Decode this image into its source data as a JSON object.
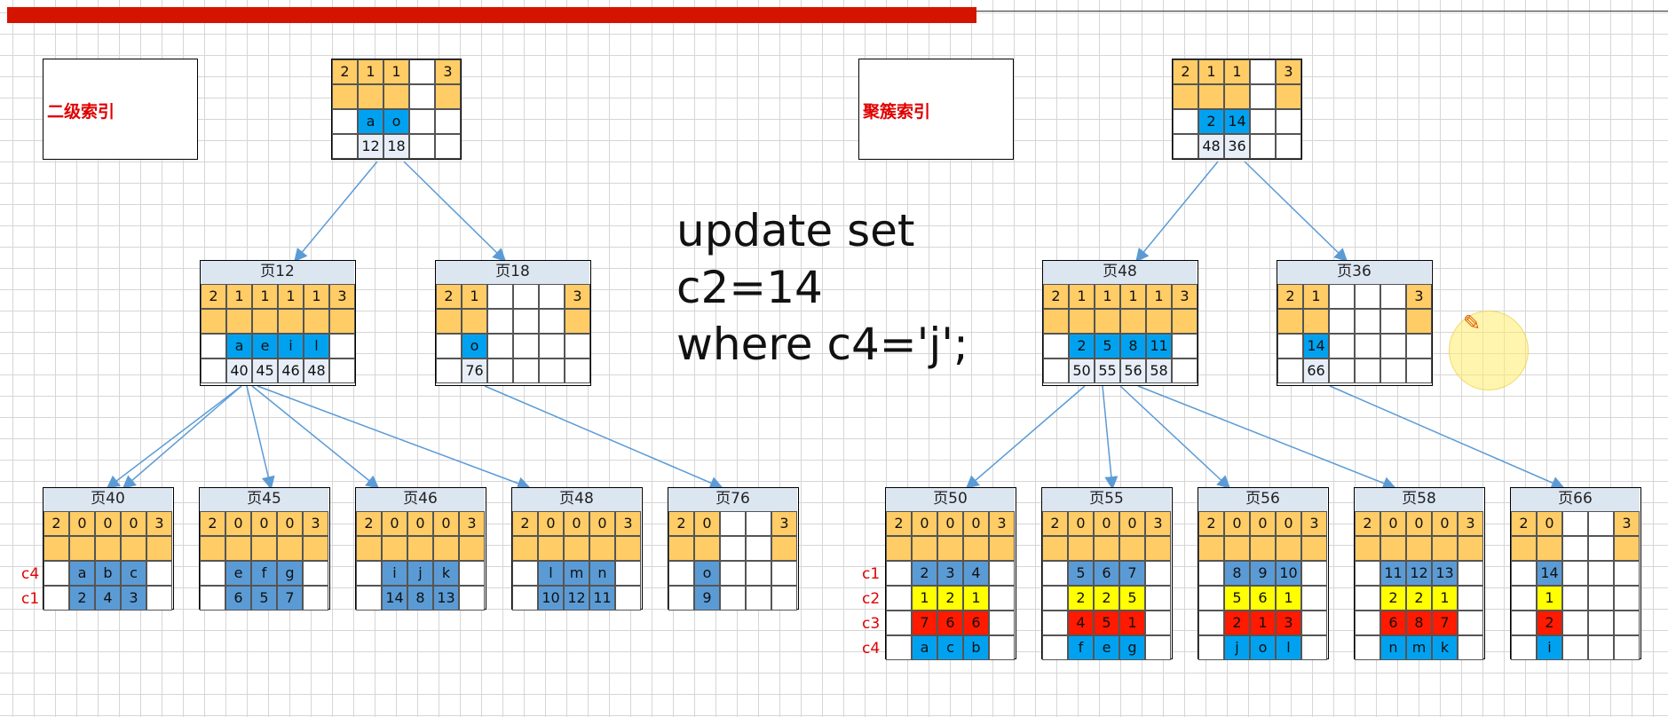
{
  "secondary_label": "二级索引",
  "clustered_label": "聚簇索引",
  "sql": [
    "update set",
    "c2=14",
    "where c4='j';"
  ],
  "secondary_root": {
    "header": [
      "2",
      "1",
      "1",
      "",
      "3"
    ],
    "keys": [
      "a",
      "o"
    ],
    "ptrs": [
      "12",
      "18"
    ]
  },
  "clustered_root": {
    "header": [
      "2",
      "1",
      "1",
      "",
      "3"
    ],
    "keys": [
      "2",
      "14"
    ],
    "ptrs": [
      "48",
      "36"
    ]
  },
  "sec_mid": [
    {
      "title": "页12",
      "header": [
        "2",
        "1",
        "1",
        "1",
        "1",
        "3"
      ],
      "keys": [
        "a",
        "e",
        "i",
        "l"
      ],
      "ptrs": [
        "40",
        "45",
        "46",
        "48"
      ]
    },
    {
      "title": "页18",
      "header": [
        "2",
        "1",
        "",
        "",
        "",
        "3"
      ],
      "keys": [
        "o"
      ],
      "ptrs": [
        "76"
      ]
    }
  ],
  "clu_mid": [
    {
      "title": "页48",
      "header": [
        "2",
        "1",
        "1",
        "1",
        "1",
        "3"
      ],
      "keys": [
        "2",
        "5",
        "8",
        "11"
      ],
      "ptrs": [
        "50",
        "55",
        "56",
        "58"
      ]
    },
    {
      "title": "页36",
      "header": [
        "2",
        "1",
        "",
        "",
        "",
        "3"
      ],
      "keys": [
        "14"
      ],
      "ptrs": [
        "66"
      ]
    }
  ],
  "sec_row_labels": [
    "c4",
    "c1"
  ],
  "clu_row_labels": [
    "c1",
    "c2",
    "c3",
    "c4"
  ],
  "sec_leaf": [
    {
      "title": "页40",
      "header": [
        "2",
        "0",
        "0",
        "0",
        "3"
      ],
      "rows": [
        [
          "a",
          "b",
          "c"
        ],
        [
          "2",
          "4",
          "3"
        ]
      ]
    },
    {
      "title": "页45",
      "header": [
        "2",
        "0",
        "0",
        "0",
        "3"
      ],
      "rows": [
        [
          "e",
          "f",
          "g"
        ],
        [
          "6",
          "5",
          "7"
        ]
      ]
    },
    {
      "title": "页46",
      "header": [
        "2",
        "0",
        "0",
        "0",
        "3"
      ],
      "rows": [
        [
          "i",
          "j",
          "k"
        ],
        [
          "14",
          "8",
          "13"
        ]
      ]
    },
    {
      "title": "页48",
      "header": [
        "2",
        "0",
        "0",
        "0",
        "3"
      ],
      "rows": [
        [
          "l",
          "m",
          "n"
        ],
        [
          "10",
          "12",
          "11"
        ]
      ]
    },
    {
      "title": "页76",
      "header": [
        "2",
        "0",
        "",
        "",
        "3"
      ],
      "rows": [
        [
          "o"
        ],
        [
          "9"
        ]
      ]
    }
  ],
  "clu_leaf": [
    {
      "title": "页50",
      "header": [
        "2",
        "0",
        "0",
        "0",
        "3"
      ],
      "rows": [
        [
          "2",
          "3",
          "4"
        ],
        [
          "1",
          "2",
          "1"
        ],
        [
          "7",
          "6",
          "6"
        ],
        [
          "a",
          "c",
          "b"
        ]
      ]
    },
    {
      "title": "页55",
      "header": [
        "2",
        "0",
        "0",
        "0",
        "3"
      ],
      "rows": [
        [
          "5",
          "6",
          "7"
        ],
        [
          "2",
          "2",
          "5"
        ],
        [
          "4",
          "5",
          "1"
        ],
        [
          "f",
          "e",
          "g"
        ]
      ]
    },
    {
      "title": "页56",
      "header": [
        "2",
        "0",
        "0",
        "0",
        "3"
      ],
      "rows": [
        [
          "8",
          "9",
          "10"
        ],
        [
          "5",
          "6",
          "1"
        ],
        [
          "2",
          "1",
          "3"
        ],
        [
          "j",
          "o",
          "l"
        ]
      ]
    },
    {
      "title": "页58",
      "header": [
        "2",
        "0",
        "0",
        "0",
        "3"
      ],
      "rows": [
        [
          "11",
          "12",
          "13"
        ],
        [
          "2",
          "2",
          "1"
        ],
        [
          "6",
          "8",
          "7"
        ],
        [
          "n",
          "m",
          "k"
        ]
      ]
    },
    {
      "title": "页66",
      "header": [
        "2",
        "0",
        "",
        "",
        "3"
      ],
      "rows": [
        [
          "14"
        ],
        [
          "1"
        ],
        [
          "2"
        ],
        [
          "i"
        ]
      ]
    }
  ],
  "colors": {
    "header": "#ffcc66",
    "key": "#5b9bd5",
    "c2": "#ffff00",
    "c3": "#ff1a00",
    "c4": "#00a2f0",
    "edge": "#5b9bd5",
    "label": "#e00000"
  }
}
